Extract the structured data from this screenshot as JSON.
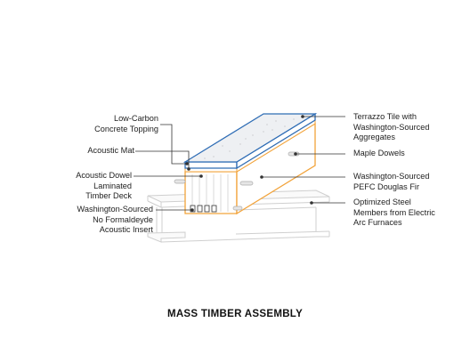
{
  "title": "MASS TIMBER ASSEMBLY",
  "colors": {
    "concrete": "#2f6db5",
    "timber": "#f2a33a",
    "steel": "#cfcfcf",
    "lines": "#333333",
    "fill_light": "#eef0f3"
  },
  "labels": {
    "left": [
      {
        "name": "low-carbon-concrete-topping",
        "lines": [
          "Low-Carbon",
          "Concrete Topping"
        ]
      },
      {
        "name": "acoustic-mat",
        "lines": [
          "Acoustic Mat"
        ]
      },
      {
        "name": "acoustic-dowel-laminated-timber-deck",
        "lines": [
          "Acoustic Dowel",
          "Laminated",
          "Timber Deck"
        ]
      },
      {
        "name": "acoustic-insert",
        "lines": [
          "Washington-Sourced",
          "No Formaldeyde",
          "Acoustic Insert"
        ]
      }
    ],
    "right": [
      {
        "name": "terrazzo-tile",
        "lines": [
          "Terrazzo Tile with",
          "Washington-Sourced",
          "Aggregates"
        ]
      },
      {
        "name": "maple-dowels",
        "lines": [
          "Maple Dowels"
        ]
      },
      {
        "name": "douglas-fir",
        "lines": [
          "Washington-Sourced",
          "PEFC Douglas Fir"
        ]
      },
      {
        "name": "optimized-steel",
        "lines": [
          "Optimized Steel",
          "Members from Electric",
          "Arc Furnaces"
        ]
      }
    ]
  }
}
